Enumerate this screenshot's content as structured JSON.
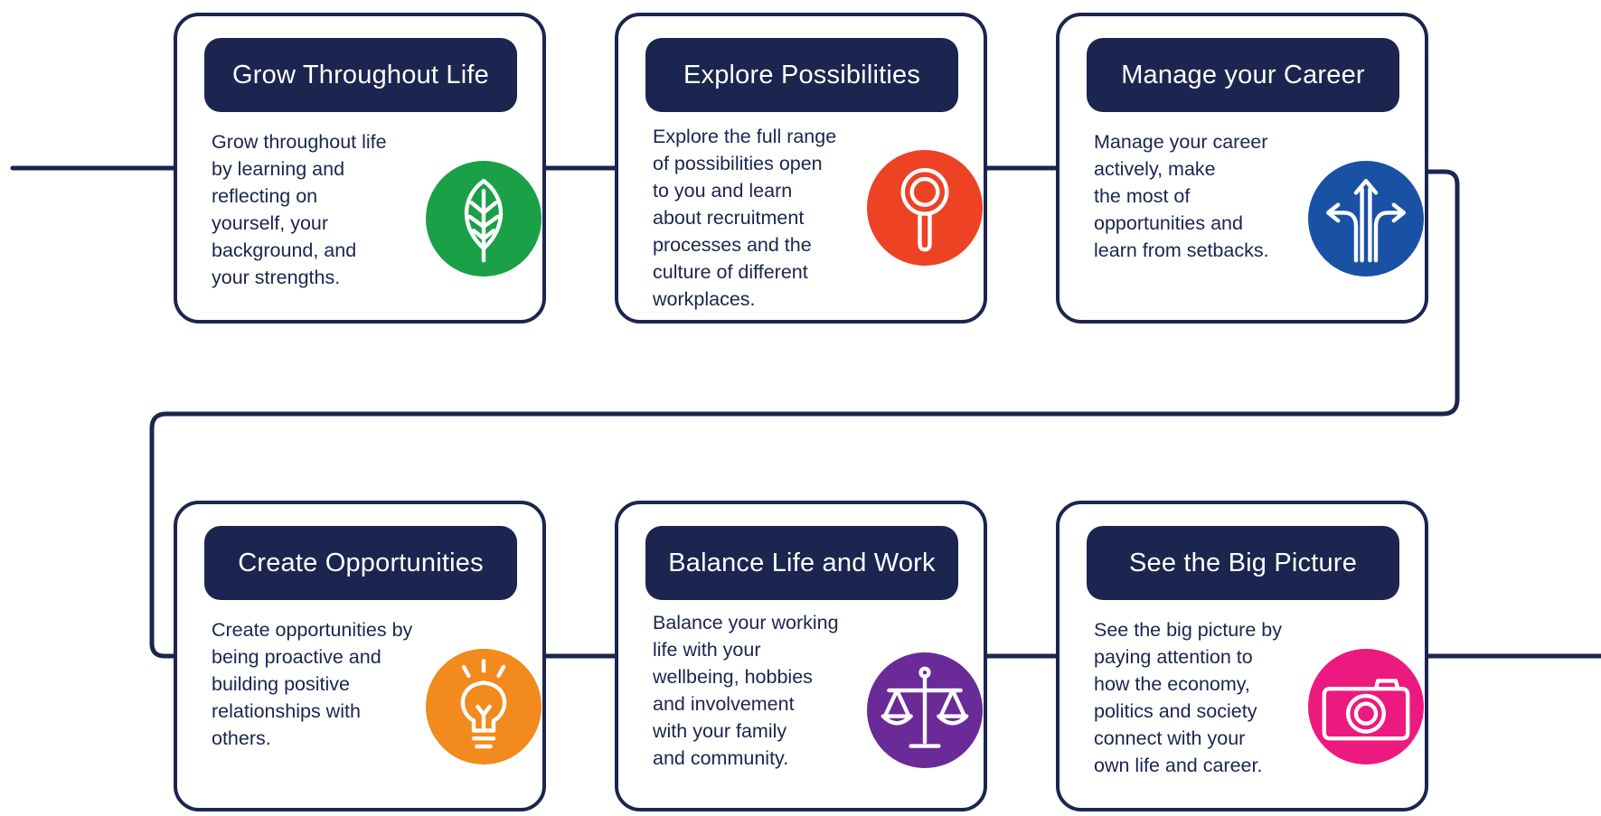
{
  "cards": [
    {
      "title": "Grow Throughout Life",
      "text": "Grow throughout life\nby learning and\nreflecting on\nyourself, your\nbackground, and\nyour strengths.",
      "icon": "leaf-icon",
      "color": "#1aa047"
    },
    {
      "title": "Explore Possibilities",
      "text": "Explore the full range\nof possibilities open\nto you and learn\nabout recruitment\nprocesses and the\nculture of different\nworkplaces.",
      "icon": "magnifier-icon",
      "color": "#ed4224"
    },
    {
      "title": "Manage your Career",
      "text": "Manage your career\nactively, make\nthe most of\nopportunities and\nlearn from setbacks.",
      "icon": "diverging-arrows-icon",
      "color": "#1951a5"
    },
    {
      "title": "Create Opportunities",
      "text": "Create opportunities by\nbeing proactive and\nbuilding positive\nrelationships with\nothers.",
      "icon": "lightbulb-icon",
      "color": "#f28a1d"
    },
    {
      "title": "Balance Life and Work",
      "text": "Balance your working\nlife with your\nwellbeing, hobbies\nand involvement\nwith your family\nand community.",
      "icon": "scales-icon",
      "color": "#6a2a97"
    },
    {
      "title": "See the Big Picture",
      "text": "See the big picture by\npaying attention to\nhow the economy,\npolitics and society\nconnect with your\nown life and career.",
      "icon": "camera-icon",
      "color": "#ec1a7e"
    }
  ]
}
